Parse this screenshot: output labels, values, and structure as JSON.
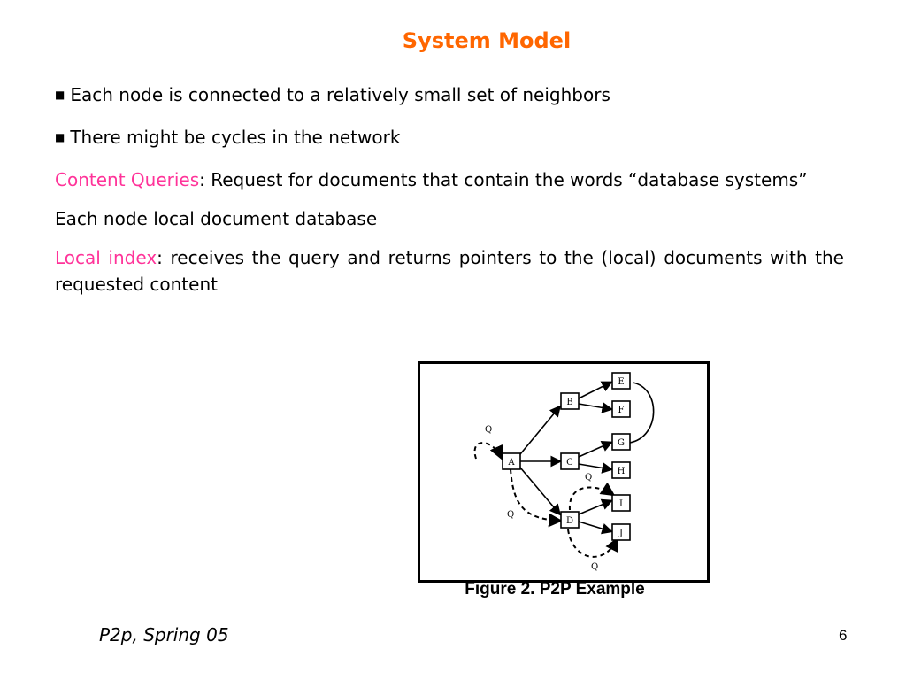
{
  "slide": {
    "title": "System Model",
    "bullets": [
      "Each node is connected to a relatively small set of neighbors",
      "There might be cycles in the network"
    ],
    "content_queries": {
      "term": "Content Queries",
      "text": ": Request for documents that contain the words “database systems”"
    },
    "local_db": "Each node local document database",
    "local_index": {
      "term": "Local index",
      "text": ": receives the query and returns pointers to the (local) documents with the requested content"
    },
    "figure": {
      "caption": "Figure 2. P2P Example",
      "nodes": [
        "A",
        "B",
        "C",
        "D",
        "E",
        "F",
        "G",
        "H",
        "I",
        "J"
      ],
      "query_label": "Q"
    },
    "footer": "P2p, Spring 05",
    "page_number": "6"
  }
}
